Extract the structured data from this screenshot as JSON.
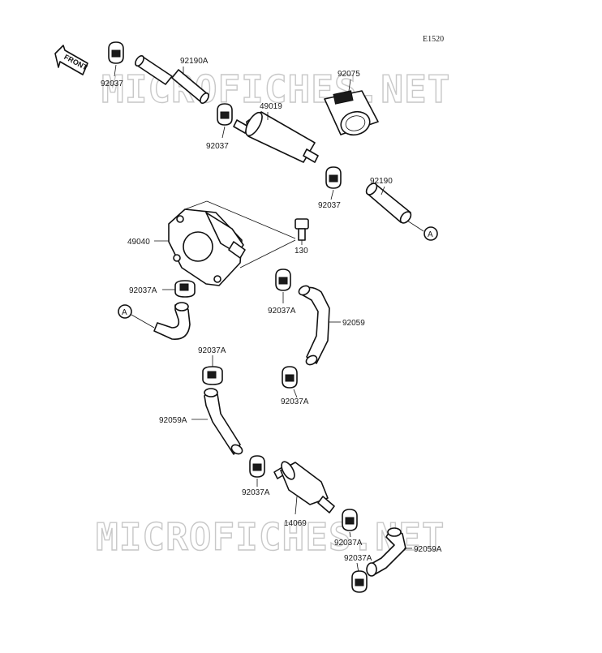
{
  "diagram_code": "E1520",
  "front_label": "FRONT",
  "watermark": "MICROFICHES.NET",
  "reference_marker": "A",
  "parts": {
    "clip_top_left": "92037",
    "hose_top": "92190A",
    "clip_mid_top": "92037",
    "fuel_filter": "49019",
    "clamp_large": "92075",
    "clip_right": "92037",
    "hose_right": "92190",
    "fuel_pump": "49040",
    "bolt": "130",
    "clip_pump_bottom": "92037A",
    "clip_hose_top": "92037A",
    "hose_bend_right": "92059",
    "clip_hose_bottom": "92037A",
    "clip_left_mid": "92037A",
    "hose_left": "92059A",
    "clip_filter_left": "92037A",
    "filter_small": "14069",
    "clip_filter_right": "92037A",
    "clip_bottom": "92037A",
    "hose_bottom": "92059A"
  }
}
